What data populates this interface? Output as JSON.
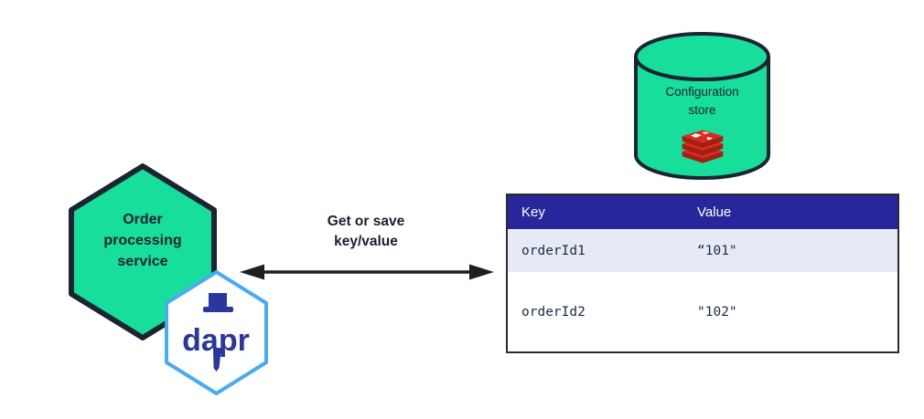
{
  "service": {
    "label_lines": [
      "Order",
      "processing",
      "service"
    ]
  },
  "dapr": {
    "wordmark": "dapr"
  },
  "arrow": {
    "label_lines": [
      "Get or save",
      "key/value"
    ]
  },
  "store": {
    "label_lines": [
      "Configuration",
      "store"
    ],
    "icon": "redis-icon"
  },
  "table": {
    "headers": {
      "key": "Key",
      "value": "Value"
    },
    "rows": [
      {
        "key": "orderId1",
        "value": "“101\""
      },
      {
        "key": "orderId2",
        "value": "\"102\""
      }
    ]
  },
  "colors": {
    "hex_green": "#18DE9C",
    "outline_dark": "#1B2531",
    "arrow_black": "#1F1F1F",
    "dapr_border_blue": "#47ABF5",
    "dapr_logo_blue": "#2A379B",
    "table_header_navy": "#27279B",
    "table_row_alt": "#E7EAF5",
    "table_border": "#2B2B2B",
    "redis_red": "#D82C20",
    "redis_red_dark": "#A41E11"
  }
}
